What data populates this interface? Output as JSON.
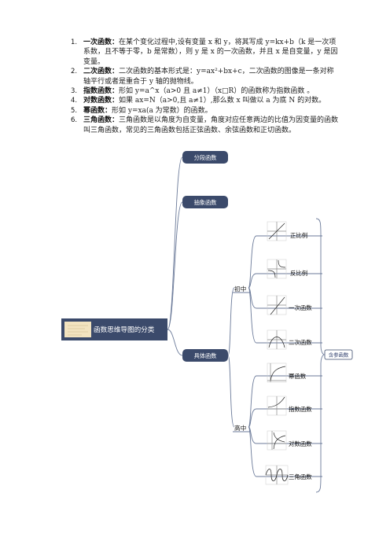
{
  "definitions": [
    {
      "num": "1.",
      "term": "一次函数：",
      "text": "在某个变化过程中,设有变量 x 和 y，将其写成 y=kx+b（k 是一次项系数，且不等于零，b 是常数），则 y 是 x 的一次函数，并且 x 是自变量，y 是因变量。"
    },
    {
      "num": "2.",
      "term": "二次函数：",
      "text": "二次函数的基本形式是：y=ax²+bx+c，二次函数的图像是一条对称轴平行或者是重合于 y 轴的抛物线。"
    },
    {
      "num": "3.",
      "term": "指数函数：",
      "text": "形如 y=a^x（a>0 且 a≠1）（x□R）的函数称为指数函数 。"
    },
    {
      "num": "4.",
      "term": "对数函数：",
      "text": "如果 ax=N（a>0,且 a≠1）,那么数 x 叫做以 a 为底 N 的对数。"
    },
    {
      "num": "5.",
      "term": "幂函数：",
      "text": "形如 y=xa(a 为常数）的函数。"
    },
    {
      "num": "6.",
      "term": "三角函数：",
      "text": "三角函数是以角度为自变量，角度对应任意两边的比值为因变量的函数叫三角函数，常见的三角函数包括正弦函数、余弦函数和正切函数。"
    }
  ],
  "mindmap": {
    "root": "函数思维导图的分类",
    "branches": [
      "分段函数",
      "抽象函数",
      "具体函数"
    ],
    "groups": [
      "初中",
      "高中"
    ],
    "leaves_junior": [
      "正比例",
      "反比例",
      "一次函数",
      "二次函数"
    ],
    "leaves_senior": [
      "幂函数",
      "指数函数",
      "对数函数",
      "三角函数"
    ],
    "reference": "含参函数"
  },
  "colors": {
    "box": "#3b4a6b",
    "line": "#6b7a99",
    "ref_border": "#3b4a6b",
    "root_icon": "#f2e3c0"
  }
}
